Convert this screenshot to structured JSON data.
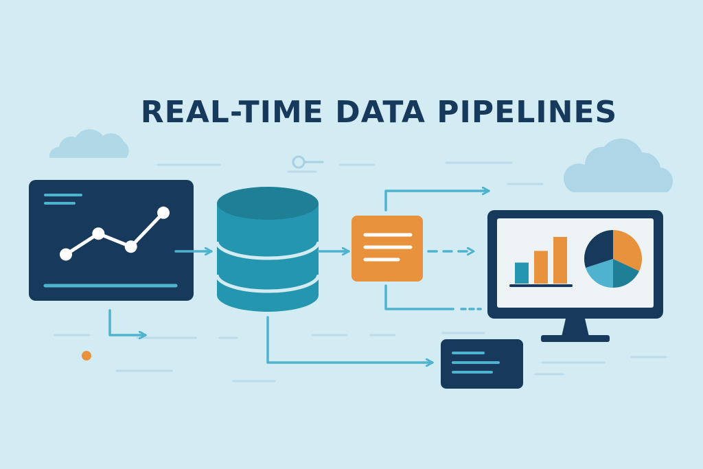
{
  "title": "REAL-TIME DATA PIPELINES",
  "colors": {
    "background": "#d3ebf3",
    "navy": "#173a5c",
    "teal": "#2596b0",
    "teal_dark": "#1f7f96",
    "cyan": "#4fb3cf",
    "orange": "#e8923e",
    "light_line": "#bcdbe8",
    "cloud": "#a6d1e2",
    "white": "#ffffff"
  },
  "icons": [
    "line-chart-panel-icon",
    "database-cylinder-icon",
    "document-list-icon",
    "monitor-dashboard-icon",
    "log-card-icon",
    "cloud-icon"
  ],
  "dashboard_chart": {
    "bars": [
      0.45,
      0.7,
      1.0
    ],
    "pie": [
      0.32,
      0.18,
      0.2,
      0.3
    ]
  },
  "source_chart": {
    "points": [
      0.15,
      0.55,
      0.3,
      0.95
    ]
  }
}
